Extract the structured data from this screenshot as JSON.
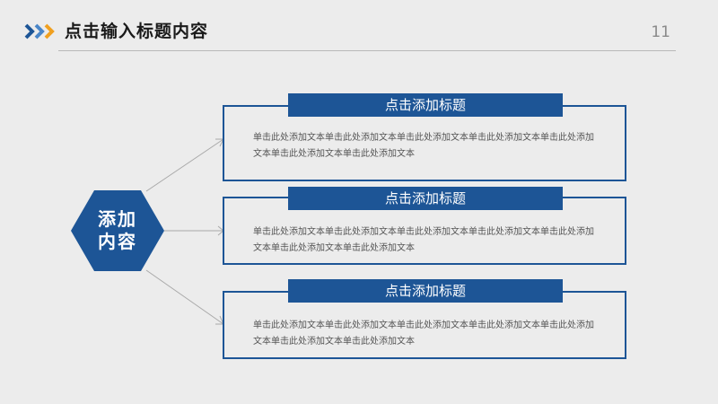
{
  "header": {
    "title": "点击输入标题内容",
    "page_number": "11",
    "chevron_icon": "triple-chevron-right-icon",
    "colors": {
      "chevron_dark": "#1d5596",
      "chevron_light": "#4a86c8",
      "chevron_accent": "#f0a020"
    }
  },
  "diagram": {
    "center": {
      "line1": "添加",
      "line2": "内容",
      "color": "#1d5596"
    },
    "items": [
      {
        "title": "点击添加标题",
        "body": "单击此处添加文本单击此处添加文本单击此处添加文本单击此处添加文本单击此处添加文本单击此处添加文本单击此处添加文本"
      },
      {
        "title": "点击添加标题",
        "body": "单击此处添加文本单击此处添加文本单击此处添加文本单击此处添加文本单击此处添加文本单击此处添加文本单击此处添加文本"
      },
      {
        "title": "点击添加标题",
        "body": "单击此处添加文本单击此处添加文本单击此处添加文本单击此处添加文本单击此处添加文本单击此处添加文本单击此处添加文本"
      }
    ],
    "colors": {
      "primary": "#1d5596",
      "connector": "#a9a9a9",
      "background": "#ececec"
    }
  }
}
